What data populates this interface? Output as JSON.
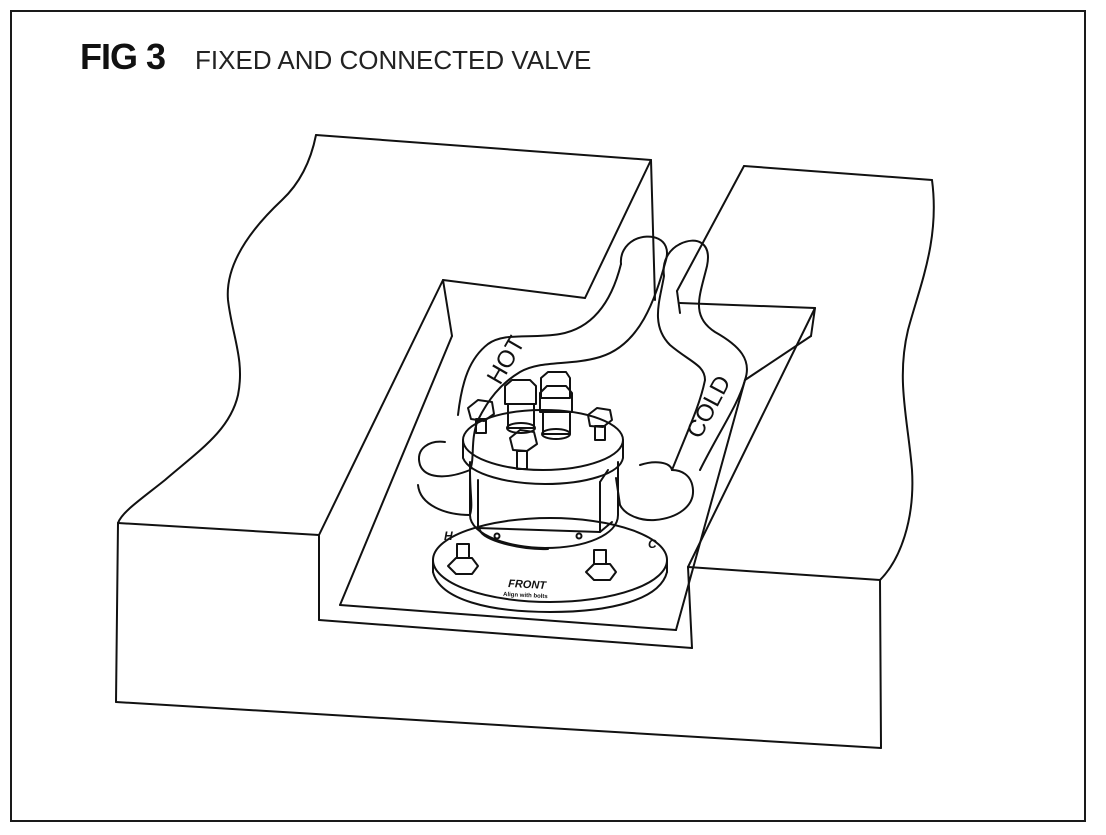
{
  "figure": {
    "number": "FIG 3",
    "title": "FIXED AND CONNECTED VALVE"
  },
  "labels": {
    "hot": "HOT",
    "cold": "COLD",
    "flange_h": "H",
    "flange_c": "C",
    "front": "FRONT",
    "align": "Align with bolts"
  },
  "colors": {
    "line": "#111111",
    "background": "#ffffff"
  }
}
